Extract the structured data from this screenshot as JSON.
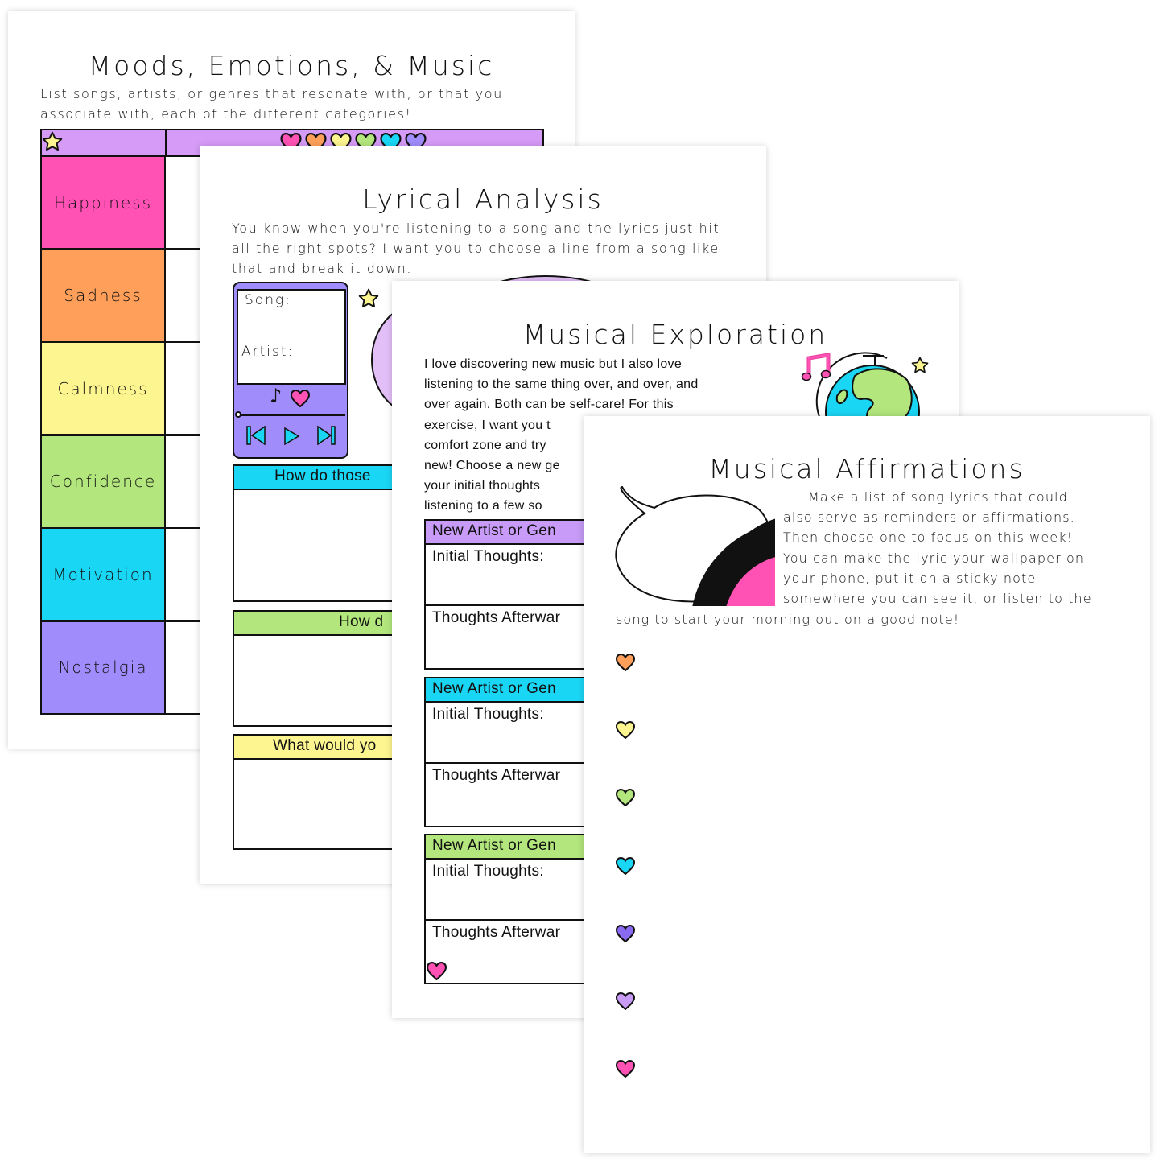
{
  "page1": {
    "title": "Moods, Emotions, & Music",
    "intro": [
      "List songs, artists, or genres that resonate with, or that you",
      "associate with, each of the different categories!"
    ],
    "rows": [
      {
        "label": "Happiness",
        "color": "#ff52b4"
      },
      {
        "label": "Sadness",
        "color": "#ff9f5a"
      },
      {
        "label": "Calmness",
        "color": "#fdf58f"
      },
      {
        "label": "Confidence",
        "color": "#b3e67c"
      },
      {
        "label": "Motivation",
        "color": "#1ad6f5"
      },
      {
        "label": "Nostalgia",
        "color": "#a08cfa"
      }
    ],
    "header_color": "#d59bf6"
  },
  "page2": {
    "title": "Lyrical Analysis",
    "intro": [
      "You know when you're listening to a song and the lyrics just hit",
      "all the right spots? I want you to choose a line from a song like",
      "that and break it down."
    ],
    "player": {
      "song_label": "Song:",
      "artist_label": "Artist:"
    },
    "sections": [
      "How do those",
      "How d",
      "What would yo"
    ]
  },
  "page3": {
    "title": "Musical Exploration",
    "intro": [
      "I love discovering new music but I also love",
      "listening to the same thing over, and over, and",
      "over again. Both can be self-care! For this",
      "exercise, I want you t",
      "comfort zone and try",
      "new! Choose a new ge",
      "your initial thoughts",
      "listening to a few so"
    ],
    "sections": [
      {
        "header": "New Artist or Gen",
        "initial": "Initial Thoughts:",
        "after": "Thoughts Afterwar",
        "color": "#c79bf7"
      },
      {
        "header": "New Artist or Gen",
        "initial": "Initial Thoughts:",
        "after": "Thoughts Afterwar",
        "color": "#1ad6f5"
      },
      {
        "header": "New Artist or Gen",
        "initial": "Initial Thoughts:",
        "after": "Thoughts Afterwar",
        "color": "#b3e67c"
      }
    ]
  },
  "page4": {
    "title": "Musical Affirmations",
    "intro": [
      "     Make a list of song lyrics that could",
      "also serve as reminders or affirmations.",
      "Then choose one to focus on this week!",
      "You can make the lyric your wallpaper on",
      "your phone, put it on a sticky note",
      "somewhere you can see it, or listen to the"
    ],
    "intro_last": "song to start your morning out on a good note!",
    "hearts": [
      "#ff9f5a",
      "#fdf58f",
      "#b3e67c",
      "#1ad6f5",
      "#8a6af0",
      "#c89bf5",
      "#ff52b4"
    ]
  }
}
